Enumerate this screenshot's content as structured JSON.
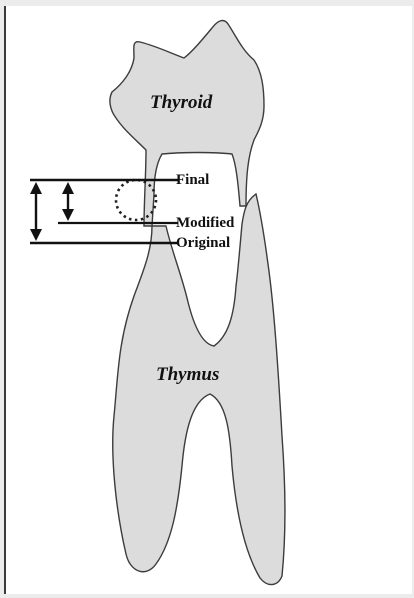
{
  "diagram": {
    "organs": {
      "thyroid_label": "Thyroid",
      "thymus_label": "Thymus"
    },
    "levels": {
      "final_label": "Final",
      "modified_label": "Modified",
      "original_label": "Original"
    },
    "colors": {
      "organ_fill": "#dcdcdc",
      "outline": "#3c3c3c",
      "line": "#111111",
      "background": "#ececec",
      "panel": "#ffffff"
    }
  }
}
